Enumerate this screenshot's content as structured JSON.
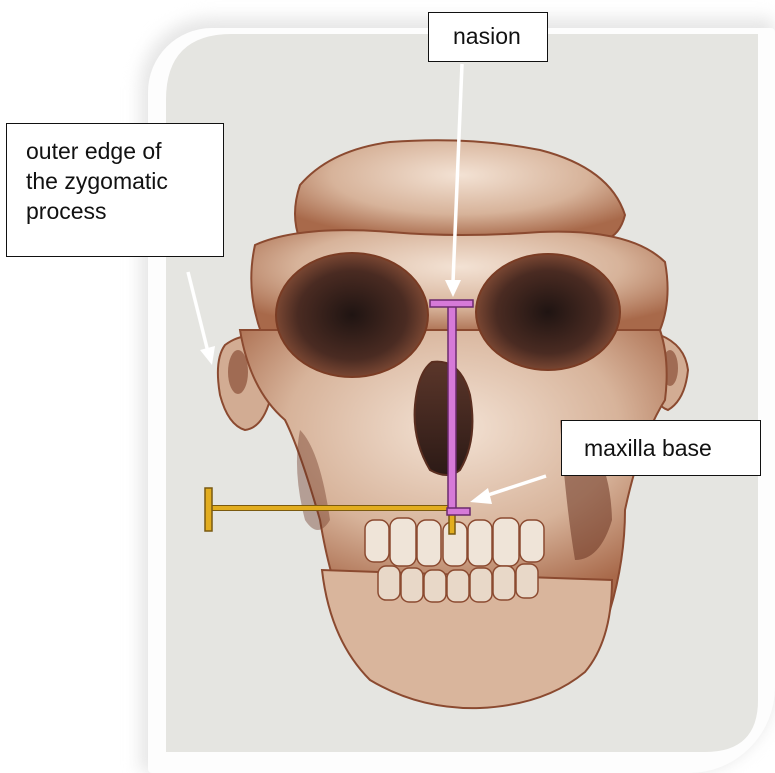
{
  "labels": {
    "nasion": "nasion",
    "zygomatic": [
      "outer edge of",
      "the zygomatic",
      "process"
    ],
    "maxilla_base": "maxilla base"
  },
  "colors": {
    "nasion_to_maxilla_bar": "#d67ad8",
    "zygomatic_width_bar": "#e2ad1f",
    "arrow": "#ffffff",
    "bone": "#c79d82",
    "bone_shade": "#7a3c24",
    "orbit": "#3e2420",
    "paper": "#e9e8e4"
  }
}
